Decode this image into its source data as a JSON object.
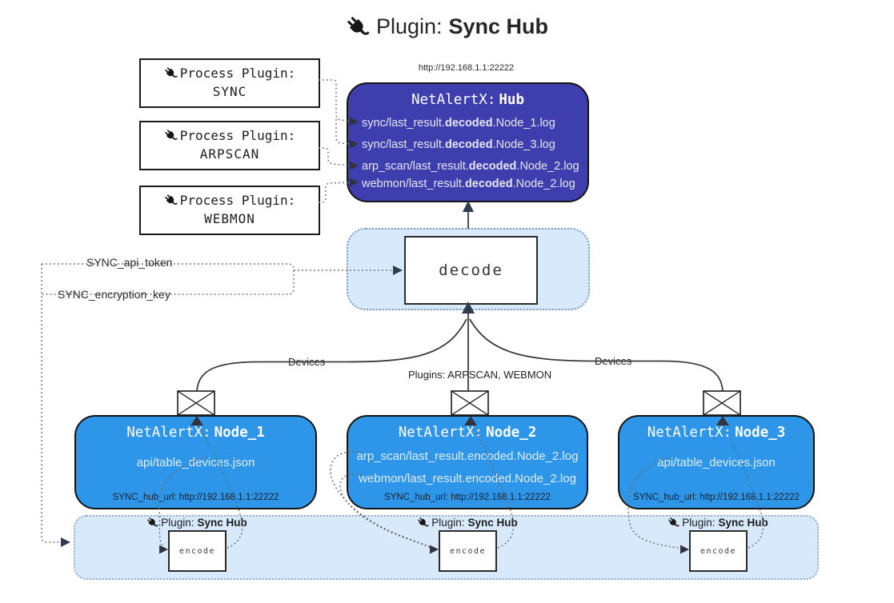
{
  "title": {
    "prefix": "Plugin:",
    "name": "Sync Hub"
  },
  "hub": {
    "url": "http://192.168.1.1:22222",
    "name_prefix": "NetAlertX:",
    "name": "Hub",
    "lines": [
      {
        "pre": "sync/last_result.",
        "bold": "decoded",
        "post": ".Node_1.log"
      },
      {
        "pre": "sync/last_result.",
        "bold": "decoded",
        "post": ".Node_3.log"
      },
      {
        "pre": "arp_scan/last_result.",
        "bold": "decoded",
        "post": ".Node_2.log"
      },
      {
        "pre": "webmon/last_result.",
        "bold": "decoded",
        "post": ".Node_2.log"
      }
    ]
  },
  "process_plugins": [
    {
      "label": "Process Plugin:",
      "name": "SYNC"
    },
    {
      "label": "Process Plugin:",
      "name": "ARPSCAN"
    },
    {
      "label": "Process Plugin:",
      "name": "WEBMON"
    }
  ],
  "decode": {
    "label": "decode"
  },
  "keys": {
    "api_token": "SYNC_api_token",
    "encryption_key": "SYNC_encryption_key"
  },
  "edge_labels": {
    "devices_left": "Devices",
    "devices_right": "Devices",
    "plugins_center": "Plugins: ARPSCAN, WEBMON"
  },
  "nodes": [
    {
      "name_prefix": "NetAlertX:",
      "name": "Node_1",
      "files": [
        "api/table_devices.json"
      ],
      "hub_url": "SYNC_hub_url: http://192.168.1.1:22222"
    },
    {
      "name_prefix": "NetAlertX:",
      "name": "Node_2",
      "files": [
        "arp_scan/last_result.encoded.Node_2.log",
        "webmon/last_result.encoded.Node_2.log"
      ],
      "hub_url": "SYNC_hub_url: http://192.168.1.1:22222"
    },
    {
      "name_prefix": "NetAlertX:",
      "name": "Node_3",
      "files": [
        "api/table_devices.json"
      ],
      "hub_url": "SYNC_hub_url: http://192.168.1.1:22222"
    }
  ],
  "band": {
    "plugin_prefix": "Plugin:",
    "plugin_name": "Sync Hub",
    "encode_label": "encode"
  },
  "icons": {
    "plug": "plug-icon",
    "envelope": "envelope-icon"
  },
  "colors": {
    "hub": "#3E3EAF",
    "node": "#2E96E8",
    "panel": "#D7E9FB",
    "line": "#3c3c3c"
  }
}
